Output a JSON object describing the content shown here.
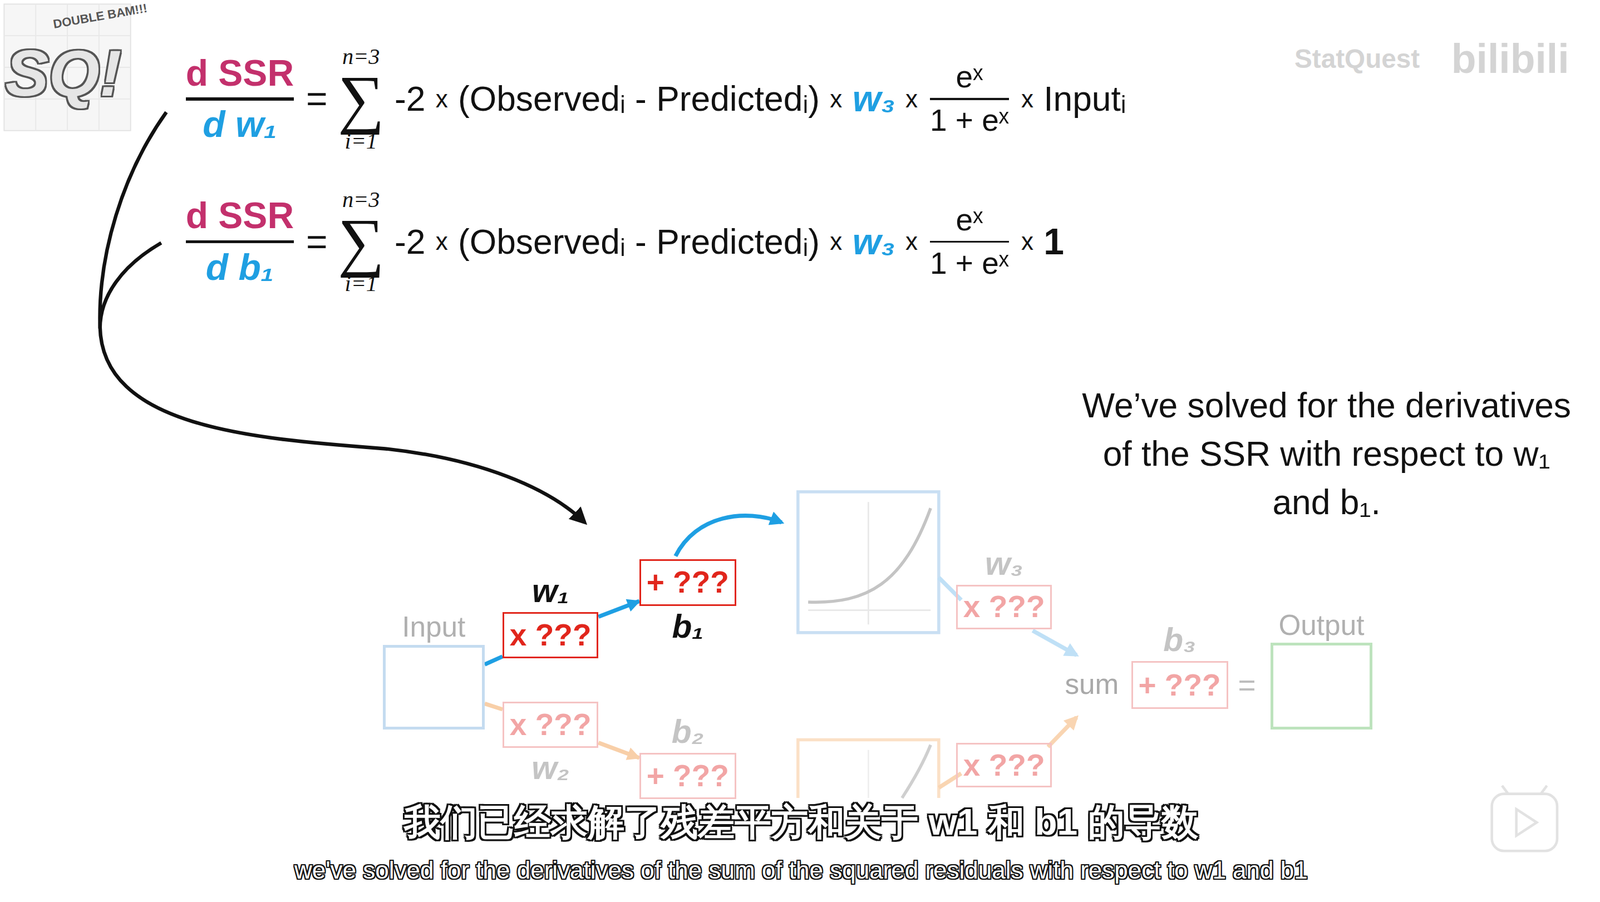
{
  "diagram": {
    "nodes": [
      {
        "text": [
          "Input"
        ]
      },
      {
        "text": [
          "w₁",
          "x ???"
        ]
      },
      {
        "text": [
          "+ ???",
          "b₁"
        ]
      },
      {
        "text": [
          "x ???",
          "w₂"
        ]
      },
      {
        "text": [
          "b₂",
          "+ ???"
        ]
      },
      {
        "text": [
          "w₃",
          "x ???"
        ]
      },
      {
        "text": [
          "b₃",
          "+ ???"
        ]
      },
      {
        "text": [
          "Output"
        ]
      },
      {
        "text": [
          "x ???"
        ]
      }
    ],
    "edges": [
      {
        "from": 0,
        "to": 1,
        "arrow": "none"
      },
      {
        "from": 1,
        "to": 2,
        "arrow": "to"
      },
      {
        "from": 0,
        "to": 3,
        "arrow": "none"
      },
      {
        "from": 3,
        "to": 4,
        "arrow": "to"
      }
    ],
    "labels": [
      "DOUBLE BAM!!!",
      "SQ!",
      "StatQuest",
      "bilibili",
      "d SSR",
      "d w₁",
      "=",
      "n=3",
      "∑",
      "i=1",
      "-2",
      "x",
      "(Observedᵢ - Predictedᵢ)",
      "x",
      "w₃",
      "x",
      "eˣ",
      "1 + eˣ",
      "x",
      "Inputᵢ",
      "d SSR",
      "d b₁",
      "=",
      "n=3",
      "∑",
      "i=1",
      "-2",
      "x",
      "(Observedᵢ - Predictedᵢ)",
      "x",
      "w₃",
      "x",
      "eˣ",
      "1 + eˣ",
      "x",
      "1",
      "We’ve solved for the derivatives of the SSR with respect to w₁ and b₁.",
      "sum",
      "=",
      "我们已经求解了残差平方和关于 w1 和 b1 的导数",
      "we've solved for the derivatives of the sum of the squared residuals with respect to w1 and b1"
    ]
  }
}
